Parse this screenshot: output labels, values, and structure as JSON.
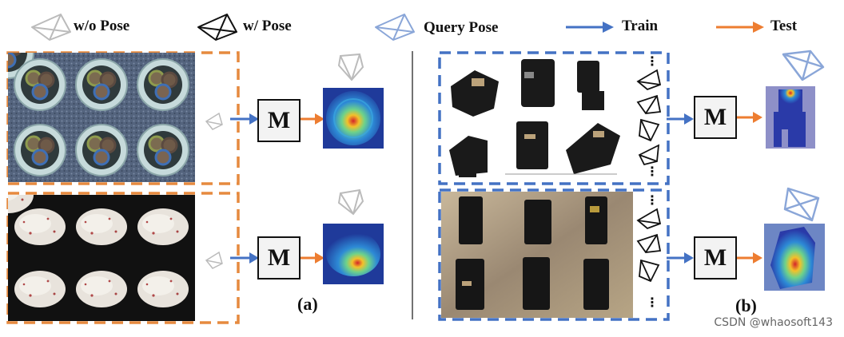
{
  "legend": {
    "without_pose": "w/o Pose",
    "with_pose": "w/ Pose",
    "query_pose": "Query Pose",
    "train": "Train",
    "test": "Test"
  },
  "colors": {
    "train_arrow": "#4472c4",
    "test_arrow": "#ed7d31",
    "orange_dash": "#e68a3f",
    "blue_dash": "#4472c4",
    "query_pose": "#8aa6d8",
    "gray_pose": "#bbbbbb"
  },
  "panel_a": {
    "label": "(a)",
    "rows": [
      {
        "model": "M",
        "content": "cable cross-sections grid"
      },
      {
        "model": "M",
        "content": "pills grid"
      }
    ]
  },
  "panel_b": {
    "label": "(b)",
    "rows": [
      {
        "model": "M",
        "content": "lego figure renders"
      },
      {
        "model": "M",
        "content": "lego figure photos"
      }
    ]
  },
  "ellipsis": "⋮",
  "watermark": "CSDN @whaosoft143"
}
